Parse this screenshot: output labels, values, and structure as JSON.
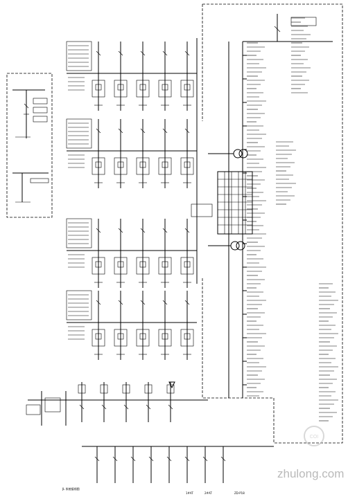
{
  "drawing": {
    "title_label": "JL 系统接线图",
    "bottom_labels": [
      "1#AT",
      "2#AT",
      "ZD-P18"
    ]
  },
  "watermark": {
    "text": "zhulong.com",
    "seal_text": "COI"
  },
  "colors": {
    "ink": "#000000",
    "paper": "#ffffff",
    "watermark": "#b9b9b9"
  }
}
